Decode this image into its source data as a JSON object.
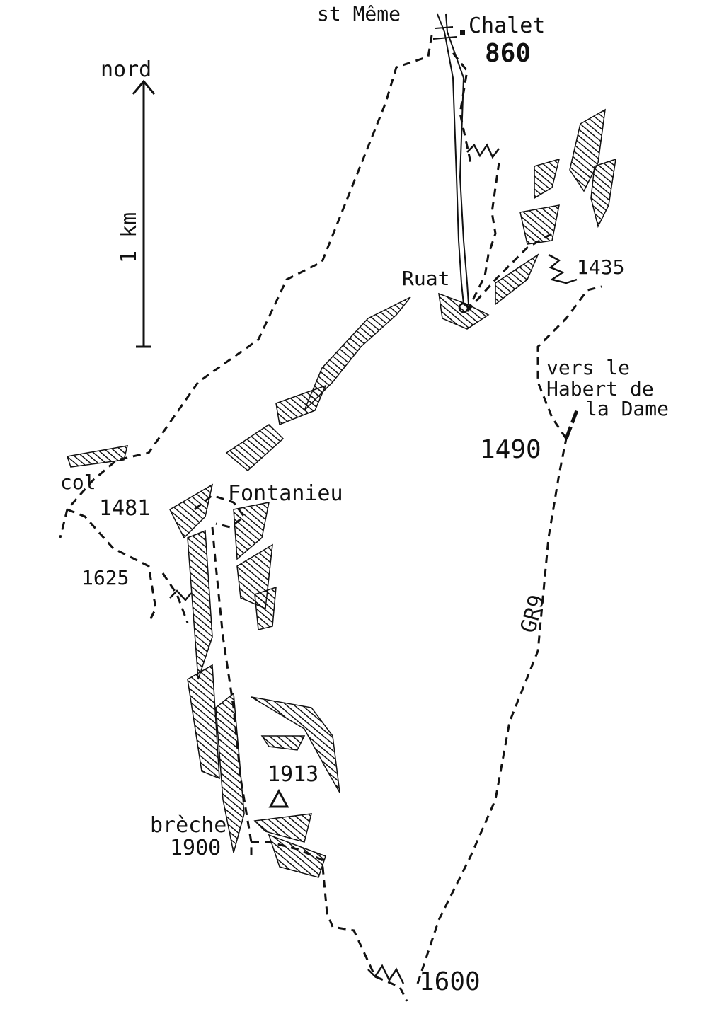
{
  "north": {
    "label": "nord",
    "scale": "1 km"
  },
  "places": {
    "start": "st Même",
    "chalet": "Chalet",
    "chalet_alt": "860",
    "ruat": "Ruat",
    "alt_1435": "1435",
    "habert_line1": "vers le",
    "habert_line2": "Habert de",
    "habert_line3": "la Dame",
    "alt_1490": "1490",
    "col": "col",
    "alt_1481": "1481",
    "fontanieu": "Fontanieu",
    "alt_1625": "1625",
    "gr9": "GR9",
    "alt_1913": "1913",
    "breche": "brèche",
    "alt_1900": "1900",
    "alt_1600": "1600"
  }
}
